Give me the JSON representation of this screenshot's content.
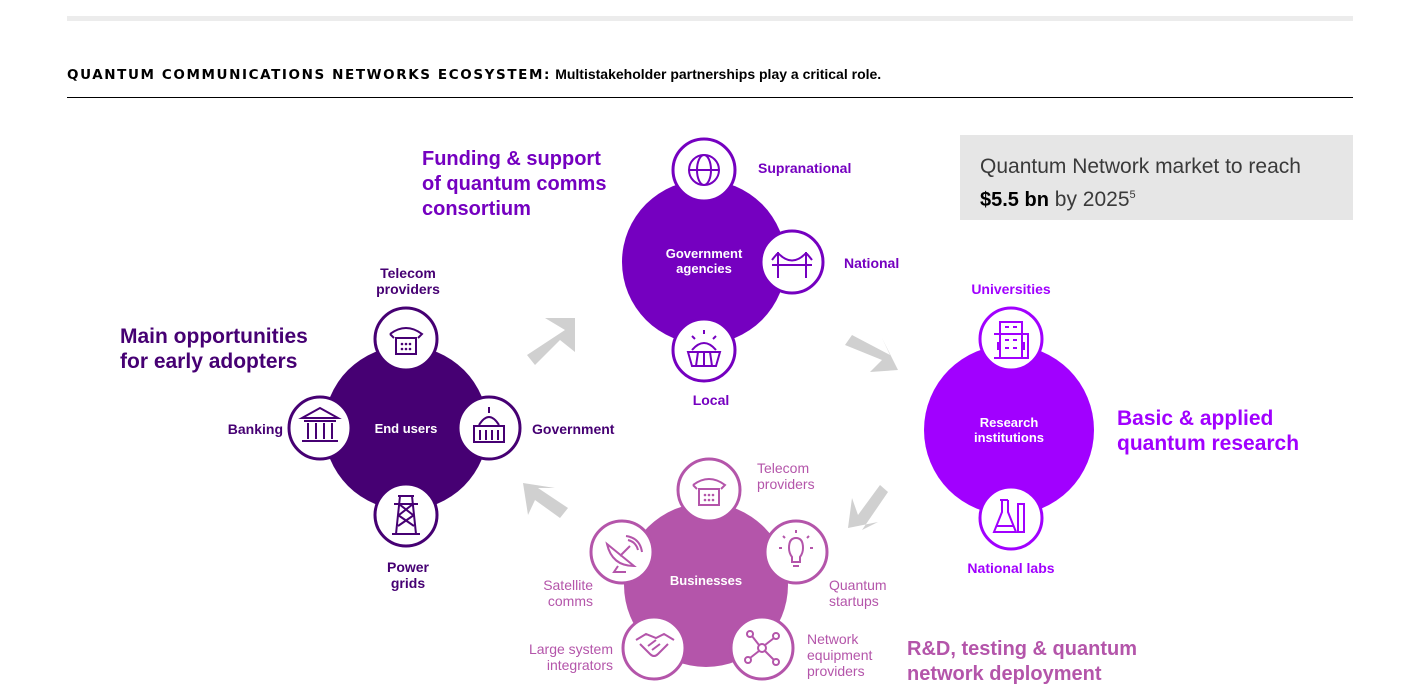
{
  "heading": {
    "title": "QUANTUM COMMUNICATIONS NETWORKS ECOSYSTEM:",
    "subtitle": "Multistakeholder partnerships play a critical role."
  },
  "callout": {
    "line1": "Quantum Network market to reach",
    "value": "$5.5 bn",
    "suffix": "by 2025",
    "footnote": "5"
  },
  "colors": {
    "end_users": "#460073",
    "government": "#7500c0",
    "research": "#a100ff",
    "businesses": "#b455aa",
    "arrow": "#d0d0d0"
  },
  "clusters": {
    "end_users": {
      "center": "End users",
      "heading": [
        "Main opportunities",
        "for early adopters"
      ],
      "nodes": [
        {
          "label": [
            "Telecom",
            "providers"
          ],
          "icon": "telephone-icon"
        },
        {
          "label": [
            "Banking"
          ],
          "icon": "bank-icon"
        },
        {
          "label": [
            "Government"
          ],
          "icon": "capitol-icon"
        },
        {
          "label": [
            "Power",
            "grids"
          ],
          "icon": "power-tower-icon"
        }
      ]
    },
    "government": {
      "center": [
        "Government",
        "agencies"
      ],
      "heading": [
        "Funding & support",
        "of quantum comms",
        "consortium"
      ],
      "nodes": [
        {
          "label": [
            "Supranational"
          ],
          "icon": "globe-icon"
        },
        {
          "label": [
            "National"
          ],
          "icon": "bridge-icon"
        },
        {
          "label": [
            "Local"
          ],
          "icon": "sun-field-icon"
        }
      ]
    },
    "research": {
      "center": [
        "Research",
        "institutions"
      ],
      "heading": [
        "Basic & applied",
        "quantum research"
      ],
      "nodes": [
        {
          "label": [
            "Universities"
          ],
          "icon": "building-icon"
        },
        {
          "label": [
            "National labs"
          ],
          "icon": "flask-icon"
        }
      ]
    },
    "businesses": {
      "center": "Businesses",
      "heading": [
        "R&D, testing & quantum",
        "network deployment"
      ],
      "nodes": [
        {
          "label": [
            "Telecom",
            "providers"
          ],
          "icon": "telephone-icon"
        },
        {
          "label": [
            "Satellite",
            "comms"
          ],
          "icon": "satellite-dish-icon"
        },
        {
          "label": [
            "Quantum",
            "startups"
          ],
          "icon": "lightbulb-icon"
        },
        {
          "label": [
            "Large system",
            "integrators"
          ],
          "icon": "handshake-icon"
        },
        {
          "label": [
            "Network",
            "equipment",
            "providers"
          ],
          "icon": "network-nodes-icon"
        }
      ]
    }
  }
}
